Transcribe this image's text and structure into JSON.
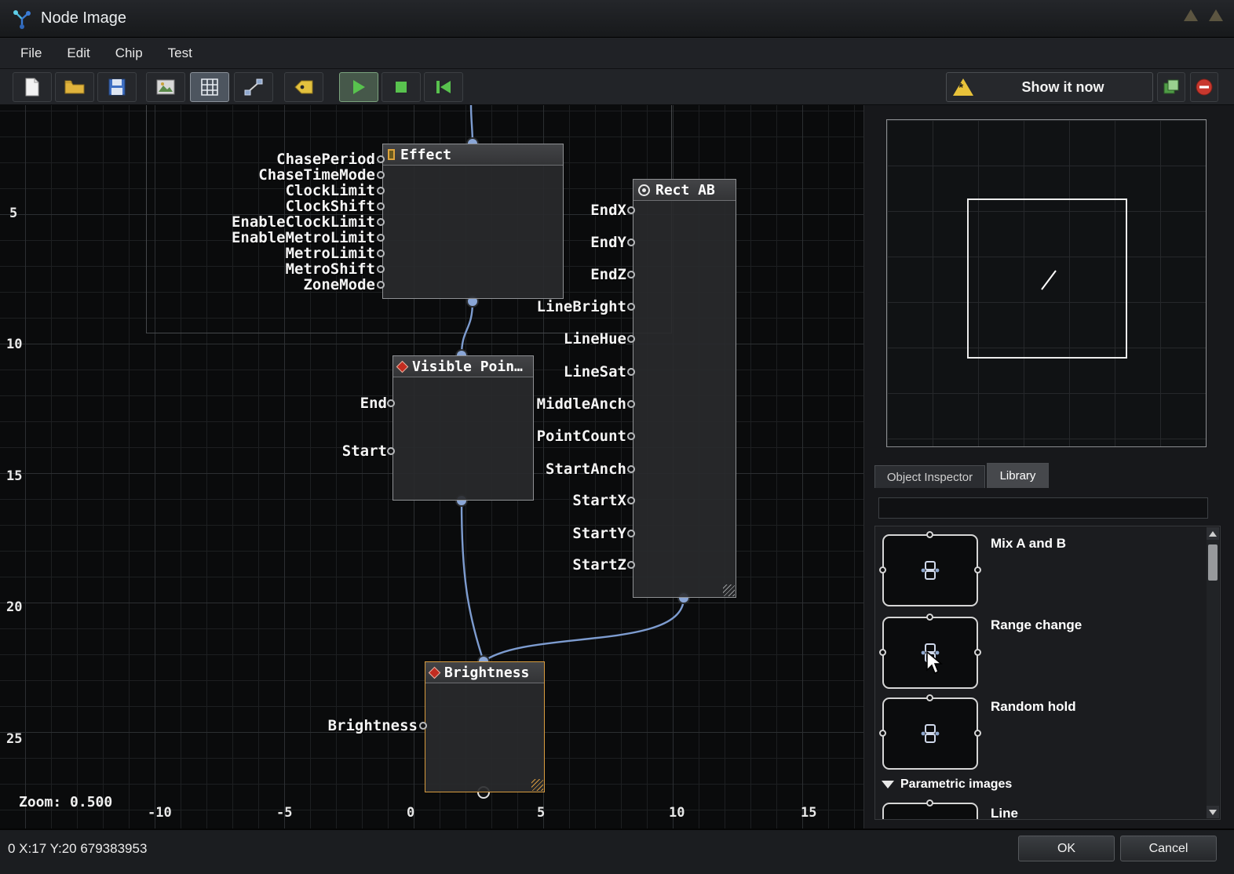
{
  "titlebar": {
    "title": "Node Image"
  },
  "menu": {
    "file": "File",
    "edit": "Edit",
    "chip": "Chip",
    "test": "Test"
  },
  "toolbar": {
    "show_it_now": "Show it now"
  },
  "canvas": {
    "zoom": "Zoom: 0.500",
    "y_ticks": [
      "5",
      "10",
      "15",
      "20",
      "25"
    ],
    "x_ticks": [
      "-10",
      "-5",
      "0",
      "5",
      "10",
      "15"
    ],
    "nodes": {
      "effect": {
        "title": "Effect",
        "ports": [
          "ChasePeriod",
          "ChaseTimeMode",
          "ClockLimit",
          "ClockShift",
          "EnableClockLimit",
          "EnableMetroLimit",
          "MetroLimit",
          "MetroShift",
          "ZoneMode"
        ]
      },
      "rect_ab": {
        "title": "Rect AB",
        "ports": [
          "EndX",
          "EndY",
          "EndZ",
          "LineBright",
          "LineHue",
          "LineSat",
          "MiddleAnch",
          "PointCount",
          "StartAnch",
          "StartX",
          "StartY",
          "StartZ"
        ]
      },
      "visible_point": {
        "title": "Visible Poin…",
        "ports": [
          "End",
          "Start"
        ]
      },
      "brightness": {
        "title": "Brightness",
        "ports": [
          "Brightness"
        ]
      }
    },
    "wire_color": "#7d9cd0",
    "selected_border": "#d89b3e"
  },
  "panel": {
    "tabs": {
      "object_inspector": "Object Inspector",
      "library": "Library"
    },
    "search_value": "",
    "items": [
      {
        "label": "Mix A and B"
      },
      {
        "label": "Range change"
      },
      {
        "label": "Random hold"
      }
    ],
    "section": "Parametric images",
    "partial_item": {
      "label": "Line"
    }
  },
  "statusbar": {
    "coords": "0 X:17 Y:20 679383953",
    "ok": "OK",
    "cancel": "Cancel"
  }
}
